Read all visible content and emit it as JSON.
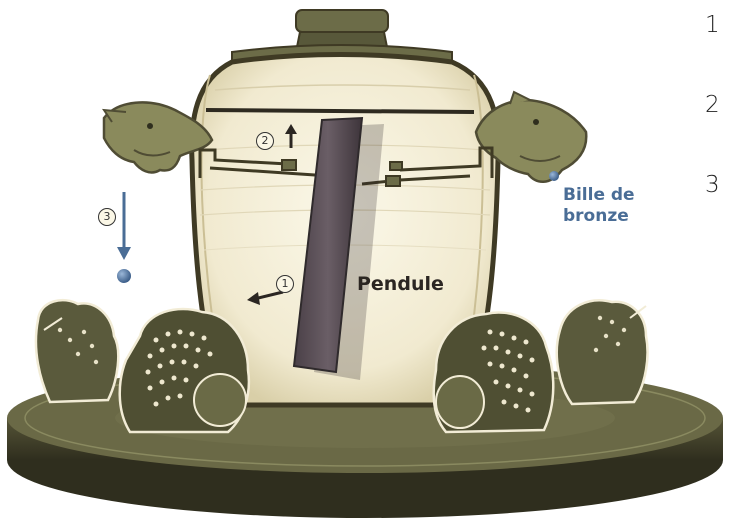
{
  "side_numbers": [
    "1",
    "2",
    "3"
  ],
  "labels": {
    "pendule": "Pendule",
    "bille_line1": "Bille de",
    "bille_line2": "bronze"
  },
  "steps": [
    "1",
    "2",
    "3"
  ],
  "colors": {
    "vessel_fill": "#f4eed6",
    "vessel_outline": "#3f3a24",
    "bronze_dark": "#4f4c34",
    "bronze_light": "#8a8a5c",
    "pendulum": "#5a4f55",
    "ball": "#4a6d96",
    "label_blue": "#4a6d96"
  }
}
